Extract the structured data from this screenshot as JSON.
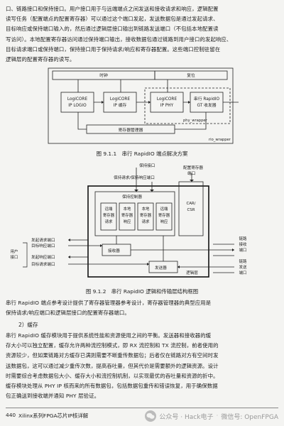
{
  "paragraphs": {
    "p1": [
      "口、链路接口和保持接口。用户接口用于与远端端点之间发送和接收请求和响应，逻辑配置",
      "读写任务（配置端点的配置寄存器）可以通过这个端口发起，发送数据包是通过发起请求、",
      "目标响应或保持端口输入的，然后通过逻辑层接口输出到链路发送端口（不包括本地配置读",
      "写访问）。本地配置寄存器访问通过保持端口输出，接收数据包通过链路到用户接口的发起响应、",
      "目标请求端口或保持端口，保持接口用于保持请求/响应和寄存器配置。这些端口控制驻留在",
      "逻辑层的配置寄存器的读写。"
    ],
    "p2": [
      "串行 RapidIO 端点参考设计提供了寄存器管理器参考设计，寄存器管理器的典型应用是",
      "保持请求/响应端口和逻辑层接口的配置寄存器端口。"
    ],
    "p3": [
      "串行 RapidIO 缓存模块用于提供系统性能和资源使用之间的平衡。发送器和接收器的缓",
      "存大小可以独立配置，缓存允许两种流控制模式，即 RX 流控制和 TX 流控制，前者使用的",
      "资源较少，但如果链路对方缓存已满则需要不断重传数据包；后者仅在链路对方有空间时发",
      "送数据包，这可以通过减少重传次数，提高吞吐量，但其代价是需要额外的逻辑资源。设计",
      "时需要综合考虑数据包大小、缓存大小和流控制机制，以实现最优的吞吐量和资源的折中。",
      "缓存模块处理从 PHY IP 核而来的所有数据包，包括数据包重传和错误恢复，用于确保数据",
      "包正确送到接收端并通知 PHY 层验证。"
    ]
  },
  "heading": "2）缓存",
  "fig1": {
    "caption": "图 9.1.1　串行 RapidIO 端点解决方案",
    "clock": "时钟",
    "reset": "复位",
    "logio_1": "LogiCORE",
    "logio_2": "IP LOGIO",
    "buf_1": "LogiCORE",
    "buf_2": "IP 缓存",
    "phy_1": "LogiCORE",
    "phy_2": "IP PHY",
    "gt_1": "串行 RapidIO",
    "gt_2": "GT 收发器",
    "phy_wrapper": "phy_wrapper",
    "rio_wrapper": "rio_wrapper",
    "regmgr": "寄存器管理器"
  },
  "fig2": {
    "caption": "图 9.1.2　串行 RapidIO 逻辑和传输层结构框图",
    "maint_port": "保持接口",
    "maint_req_resp": "保持请求/保持响应端口",
    "cfg_reg_port_1": "配置寄存器",
    "cfg_reg_port_2": "端口",
    "maint_ctrl": "保持控制器",
    "remote_reg_req": [
      "远端",
      "寄存器",
      "请求"
    ],
    "local_reg_resp": [
      "本地",
      "寄存器",
      "响应"
    ],
    "local_reg_req": [
      "本地",
      "寄存器",
      "请求"
    ],
    "remote_reg_resp": [
      "远端",
      "寄存器",
      "响应"
    ],
    "car_csr": [
      "CAR/",
      "CSR"
    ],
    "init_req_port": "发起请求端口",
    "target_resp_port": "目标响应端口",
    "init_resp_port": "发起响应端口",
    "target_req_port": "目标请求端口",
    "user_port": [
      "用户",
      "接口"
    ],
    "receiver": "接收器",
    "transmitter": "发送器",
    "link_rx_port": [
      "链路",
      "接收",
      "端口"
    ],
    "link_tx_port": [
      "链路",
      "发送",
      "端口"
    ],
    "logic_layer": "逻辑层"
  },
  "footer": {
    "page_number": "440",
    "book_title": "Xilinx系列FPGA芯片IP核详解",
    "watermark_1": "公众号 · Hack电子",
    "watermark_2": "微信号: OpenFPGA"
  }
}
